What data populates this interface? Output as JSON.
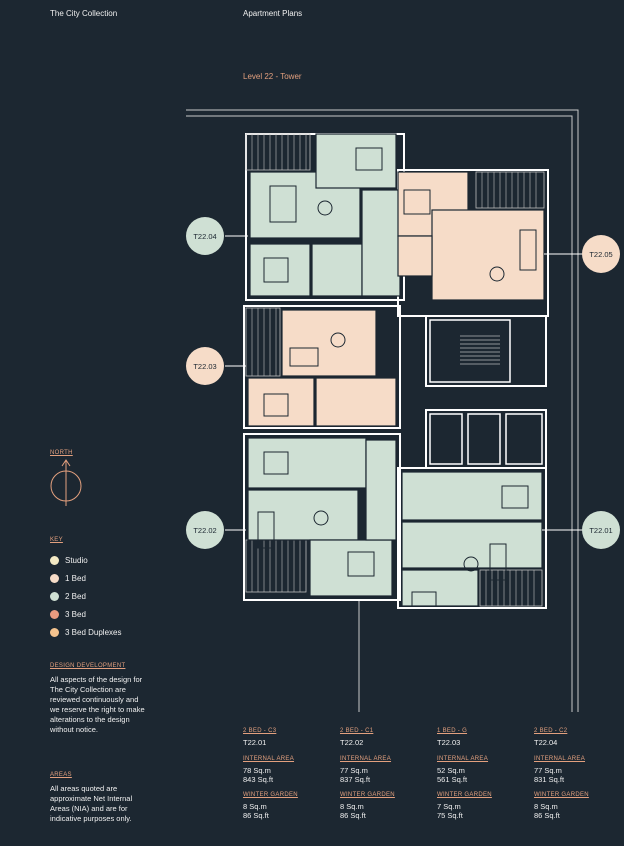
{
  "header": {
    "left": "The City Collection",
    "center": "Apartment Plans"
  },
  "level_label": "Level 22 - Tower",
  "north": {
    "label": "NORTH"
  },
  "key": {
    "label": "KEY",
    "items": [
      {
        "label": "Studio",
        "color": "#f3e9c4"
      },
      {
        "label": "1 Bed",
        "color": "#f6dcc8"
      },
      {
        "label": "2 Bed",
        "color": "#cfe0d4"
      },
      {
        "label": "3 Bed",
        "color": "#e99b80"
      },
      {
        "label": "3 Bed Duplexes",
        "color": "#f4c38e"
      }
    ]
  },
  "design": {
    "label": "DESIGN DEVELOPMENT",
    "text": "All aspects of the design for The City Collection are reviewed continuously and we reserve the right to make alterations to the design without notice."
  },
  "areas": {
    "label": "AREAS",
    "text": "All areas quoted are approximate Net Internal Areas (NIA) and are for indicative purposes only."
  },
  "units": [
    {
      "tag": "T22.04",
      "type": "2 BED - C3",
      "id": "T22.01",
      "ia_label": "INTERNAL AREA",
      "sqm": "78 Sq.m",
      "sqft": "843 Sq.ft",
      "wg_label": "WINTER GARDEN",
      "wg_sqm": "8 Sq.m",
      "wg_sqft": "86 Sq.ft"
    },
    {
      "tag": "T22.05",
      "type": "2 BED - C1",
      "id": "T22.02",
      "ia_label": "INTERNAL AREA",
      "sqm": "77 Sq.m",
      "sqft": "837 Sq.ft",
      "wg_label": "WINTER GARDEN",
      "wg_sqm": "8 Sq.m",
      "wg_sqft": "86 Sq.ft"
    },
    {
      "tag": "T22.03",
      "type": "1 BED - G",
      "id": "T22.03",
      "ia_label": "INTERNAL AREA",
      "sqm": "52 Sq.m",
      "sqft": "561 Sq.ft",
      "wg_label": "WINTER GARDEN",
      "wg_sqm": "7 Sq.m",
      "wg_sqft": "75 Sq.ft"
    },
    {
      "tag": "T22.02",
      "type": "2 BED - C2",
      "id": "T22.04",
      "ia_label": "INTERNAL AREA",
      "sqm": "77 Sq.m",
      "sqft": "831 Sq.ft",
      "wg_label": "WINTER GARDEN",
      "wg_sqm": "8 Sq.m",
      "wg_sqft": "86 Sq.ft"
    }
  ],
  "extra_tag": "T22.01",
  "colors": {
    "bg": "#1c2731",
    "accent": "#e3a07e",
    "green": "#cfe0d4",
    "pink": "#f6dcc8"
  }
}
